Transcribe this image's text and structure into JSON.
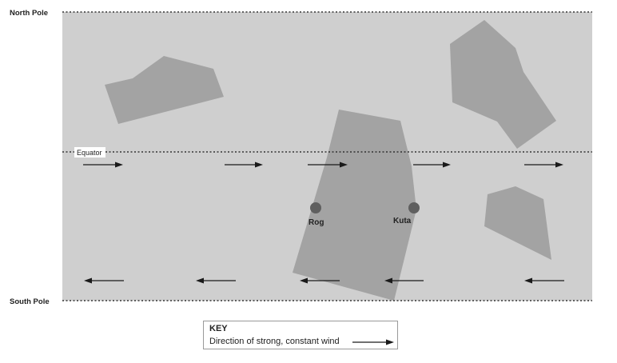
{
  "labels": {
    "north_pole": "North Pole",
    "south_pole": "South Pole",
    "equator": "Equator"
  },
  "settlements": [
    {
      "name": "Rog"
    },
    {
      "name": "Kuta"
    }
  ],
  "key": {
    "title": "KEY",
    "wind_description": "Direction of strong, constant wind"
  },
  "wind_arrows": {
    "upper_row_direction": "east",
    "lower_row_direction": "west"
  },
  "colors": {
    "ocean": "#cfcfcf",
    "land": "#a3a3a3",
    "settlement": "#5f5f5f",
    "arrow": "#1a1a1a"
  }
}
